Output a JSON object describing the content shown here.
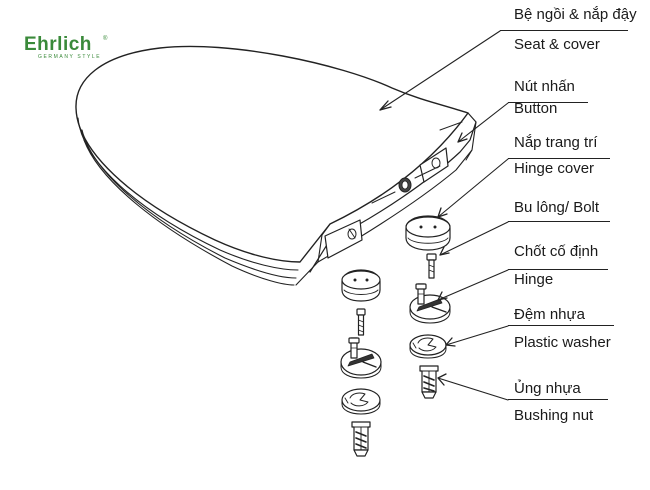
{
  "brand": {
    "name": "Ehrlich",
    "tagline": "GERMANY STYLE",
    "registered_mark": "®",
    "color": "#3a8a3a"
  },
  "parts": [
    {
      "vi": "Bệ ngồi & nắp đậy",
      "en": "Seat & cover"
    },
    {
      "vi": "Nút nhấn",
      "en": "Button"
    },
    {
      "vi": "Nắp trang trí",
      "en": "Hinge cover"
    },
    {
      "vi": "Bu lông/ Bolt",
      "en": ""
    },
    {
      "vi": "Chốt cố định",
      "en": "Hinge"
    },
    {
      "vi": "Đệm nhựa",
      "en": "Plastic washer"
    },
    {
      "vi": "Ủng nhựa",
      "en": "Bushing nut"
    }
  ]
}
